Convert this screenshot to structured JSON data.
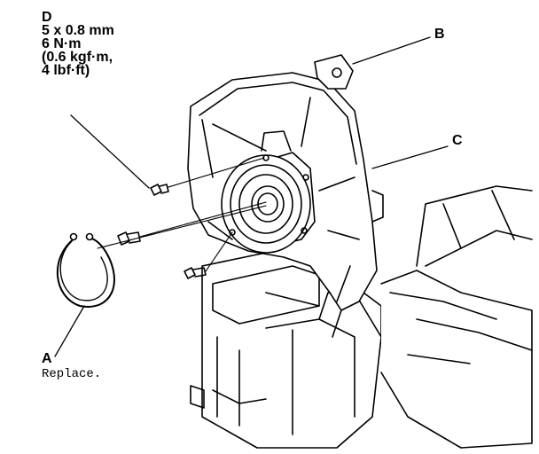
{
  "callouts": {
    "a": {
      "letter": "A",
      "note": "Replace."
    },
    "b": {
      "letter": "B"
    },
    "c": {
      "letter": "C"
    },
    "d": {
      "letter": "D",
      "spec_lines": [
        "5 x 0.8 mm",
        "6 N·m",
        "(0.6 kgf·m,",
        "4 lbf·ft)"
      ]
    }
  },
  "colors": {
    "ink": "#000000",
    "paper": "#ffffff"
  }
}
